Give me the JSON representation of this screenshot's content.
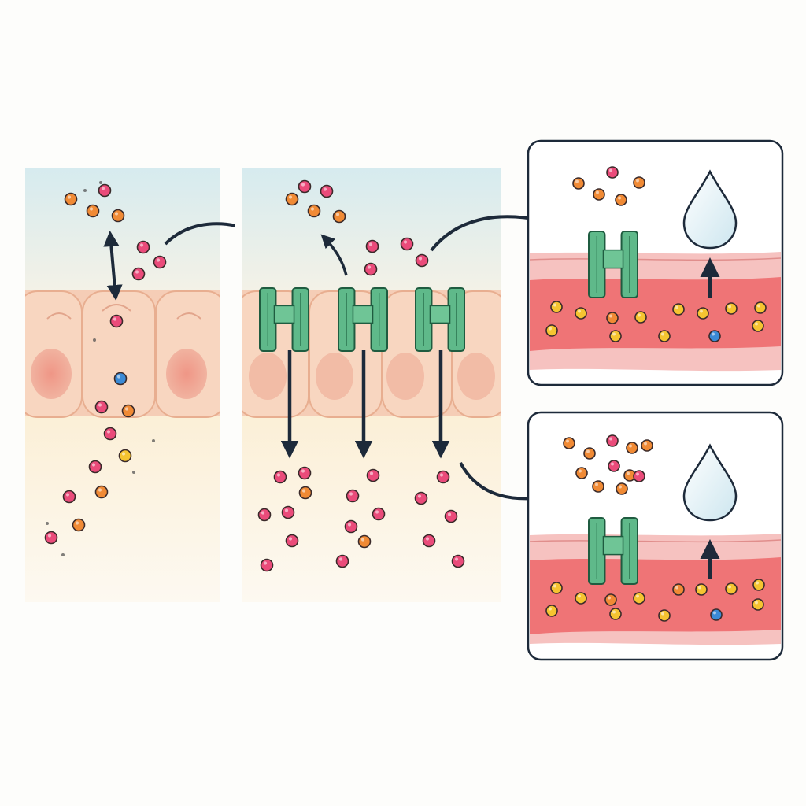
{
  "panels": [
    {
      "id": "panel-1",
      "name": "epithelium-without-channels"
    },
    {
      "id": "panel-2",
      "name": "epithelium-with-channels"
    },
    {
      "id": "panel-3",
      "name": "vessel-inset-top"
    },
    {
      "id": "panel-4",
      "name": "vessel-inset-bottom"
    }
  ],
  "colors": {
    "lumen_top": "#d7ecef",
    "lumen_bottom": "#fbf4e4",
    "cell_fill": "#f7d3bd",
    "cell_stroke": "#e6a98a",
    "nucleus": "#ec9c90",
    "below": "#fcf3df",
    "channel": "#5fb98a",
    "channel_stroke": "#1f5c40",
    "arrow": "#1d2a3a",
    "particle_pink": "#ea4b7a",
    "particle_orange": "#f08a35",
    "particle_yellow": "#f5c431",
    "particle_blue": "#3b8ad6",
    "vessel_wall": "#f2a8a8",
    "vessel_lumen": "#ee6f72",
    "droplet": "#d9eef5"
  },
  "icons": [
    "ion-channel-icon",
    "water-droplet-icon",
    "arrow-icon",
    "particle-icon"
  ]
}
